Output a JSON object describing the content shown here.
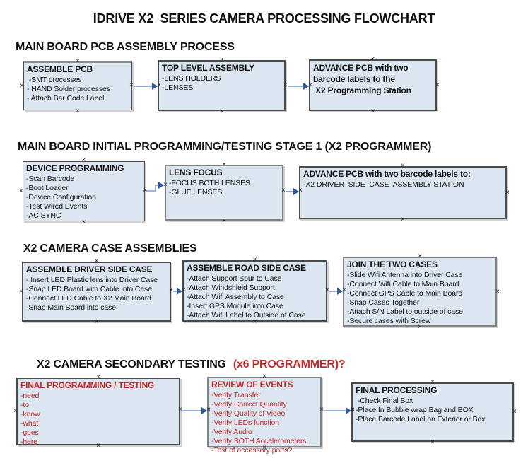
{
  "title": "IDRIVE X2  SERIES CAMERA PROCESSING FLOWCHART",
  "colors": {
    "box_fill": "#dce6f1",
    "box_border": "#4a4a4a",
    "box_border_gray": "#818181",
    "arrow_line": "#92a9d0",
    "arrow_head": "#30599a",
    "red_text": "#c42a2a",
    "black_text": "#111111"
  },
  "sections": [
    {
      "heading": "MAIN BOARD PCB ASSEMBLY PROCESS"
    },
    {
      "heading": "MAIN BOARD INITIAL PROGRAMMING/TESTING STAGE 1 (X2 PROGRAMMER)"
    },
    {
      "heading": "X2 CAMERA CASE ASSEMBLIES"
    },
    {
      "heading": "X2 CAMERA SECONDARY TESTING",
      "heading_red": "(x6 PROGRAMMER)?"
    }
  ],
  "boxes": {
    "assemble_pcb": {
      "title": "ASSEMBLE PCB",
      "items": [
        " -SMT processes",
        "- HAND Solder processes",
        "- Attach Bar Code Label"
      ]
    },
    "top_level_assembly": {
      "title": "TOP LEVEL ASSEMBLY",
      "items": [
        "-LENS HOLDERS",
        "-LENSES"
      ]
    },
    "advance_to_programming": {
      "lines": [
        "ADVANCE PCB with two",
        "barcode labels to the",
        " X2 Programming Station"
      ]
    },
    "device_programming": {
      "title": "DEVICE PROGRAMMING",
      "items": [
        "-Scan Barcode",
        "-Boot Loader",
        "-Device Configuration",
        "-Test Wired Events",
        "-AC SYNC"
      ]
    },
    "lens_focus": {
      "title": "LENS FOCUS",
      "items": [
        "-FOCUS BOTH LENSES",
        "-GLUE LENSES"
      ]
    },
    "advance_to_case_assembly": {
      "title": "ADVANCE PCB with two barcode labels to:",
      "items": [
        "-X2 DRIVER  SIDE  CASE  ASSEMBLY STATION"
      ]
    },
    "assemble_driver_side_case": {
      "title": "ASSEMBLE DRIVER SIDE CASE",
      "items": [
        "- Insert LED Plastic lens into Driver Case",
        "-Snap LED Board with Cable into Case",
        "-Connect LED Cable to X2 Main Board",
        "-Snap Main Board into case"
      ]
    },
    "assemble_road_side_case": {
      "title": "ASSEMBLE ROAD SIDE CASE",
      "items": [
        "-Attach Support Spur to Case",
        "-Attach Windshield Support",
        "-Attach Wifi Assembly to Case",
        "-Insert GPS Module into Case",
        "-Attach Wifi Label to Outside of Case"
      ]
    },
    "join_the_two_cases": {
      "title": "JOIN THE TWO CASES",
      "items": [
        "-Slide Wifi Antenna into Driver Case",
        "-Connect Wifi Cable to Main Board",
        "-Connect GPS Cable to Main Board",
        "-Snap Cases Together",
        "-Attach S/N Label to outside of case",
        "-Secure cases with Screw"
      ]
    },
    "final_programming_testing": {
      "title": "FINAL PROGRAMMING / TESTING",
      "items": [
        "-need",
        "-to",
        "-know",
        "-what",
        "-goes",
        "-here"
      ]
    },
    "review_of_events": {
      "title": "REVIEW OF EVENTS",
      "items": [
        "-Verify Transfer",
        "-Verify Correct Quantity",
        "-Verify Quality of Video",
        "-Verify LEDs function",
        "-Verify Audio",
        "-Verify BOTH Accelerometers",
        "-Test of accessory ports?"
      ]
    },
    "final_processing": {
      "title": "FINAL PROCESSING",
      "items": [
        " -Check Final Box",
        "-Place In Bubble wrap Bag and BOX",
        "-Place Barcode Label on Exterior or Box"
      ]
    }
  }
}
